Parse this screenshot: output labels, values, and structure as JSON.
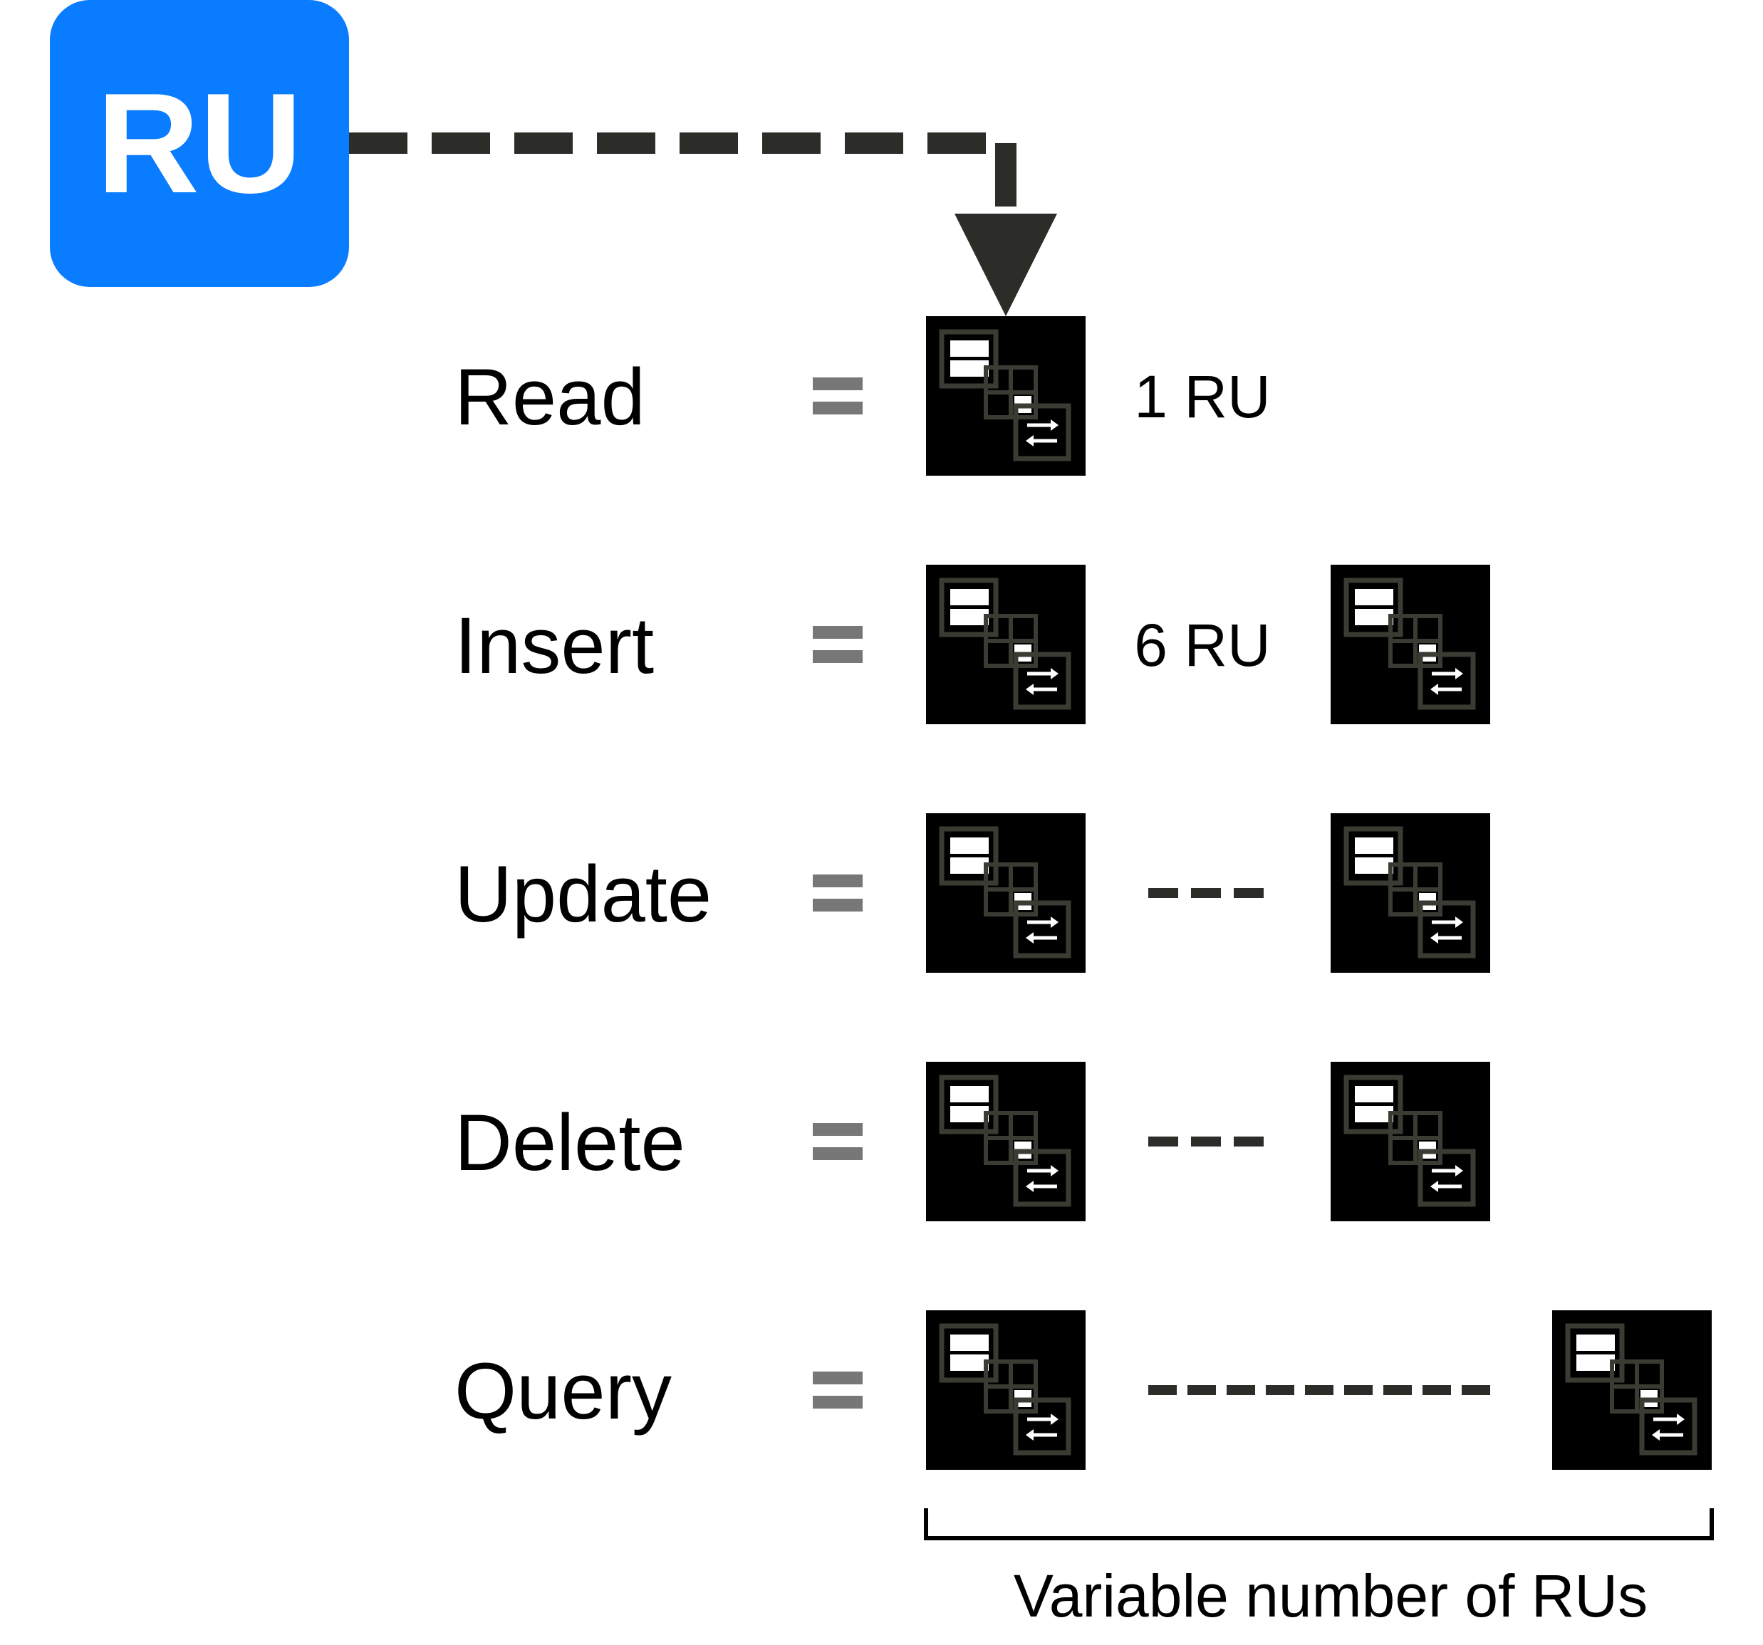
{
  "logo": {
    "text": "RU",
    "color": "#0a7cff"
  },
  "colors": {
    "arrow": "#2c2d28",
    "equals": "#777777",
    "icon_bg": "#000000",
    "icon_line": "#3a3b33",
    "icon_fill": "#ffffff"
  },
  "operations": [
    {
      "label": "Read",
      "cost_text": "1 RU",
      "icons": 1,
      "connector": "text"
    },
    {
      "label": "Insert",
      "cost_text": "6 RU",
      "icons": 2,
      "connector": "text"
    },
    {
      "label": "Update",
      "cost_text": "",
      "icons": 2,
      "connector": "short-dash"
    },
    {
      "label": "Delete",
      "cost_text": "",
      "icons": 2,
      "connector": "short-dash"
    },
    {
      "label": "Query",
      "cost_text": "",
      "icons": 2,
      "connector": "long-dash"
    }
  ],
  "equals_sign": "=",
  "icon_name": "database-transaction-icon",
  "brace_caption": "Variable number of RUs"
}
